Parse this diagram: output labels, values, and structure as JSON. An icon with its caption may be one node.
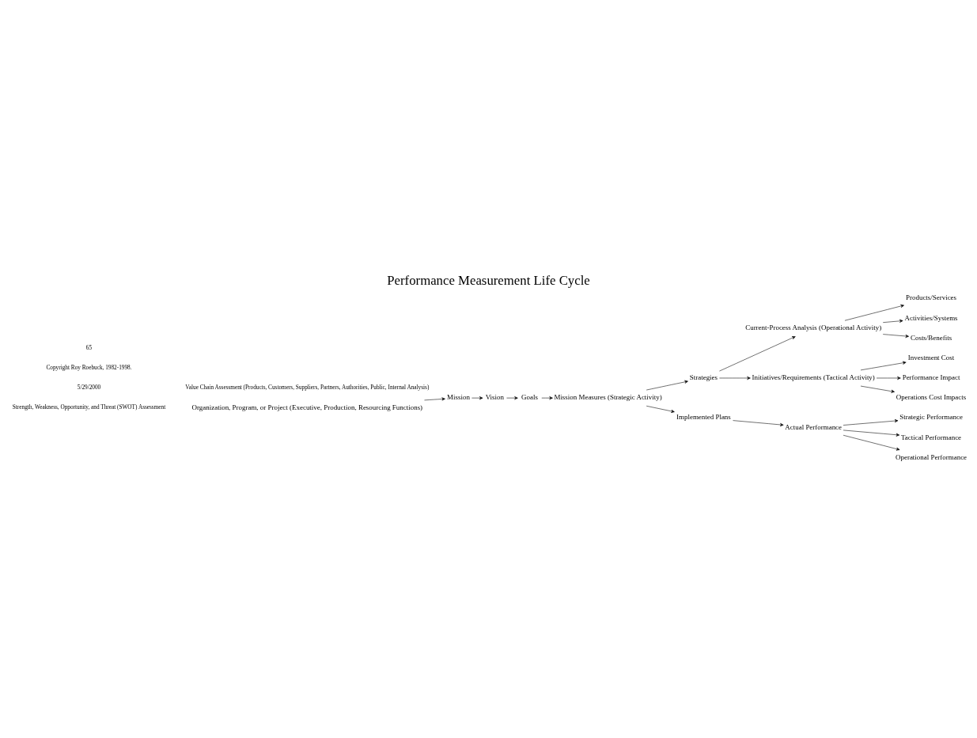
{
  "diagram": {
    "title": "Performance Measurement Life Cycle",
    "nodes": [
      {
        "text": [
          "Organization, Program, or Project (Executive, Production, Resourcing Functions)"
        ]
      },
      {
        "text": [
          "Mission"
        ]
      },
      {
        "text": [
          "Vision"
        ]
      },
      {
        "text": [
          "Goals"
        ]
      },
      {
        "text": [
          "Mission Measures (Strategic Activity)"
        ]
      },
      {
        "text": [
          "Strategies"
        ]
      },
      {
        "text": [
          "Current-Process Analysis (Operational Activity)"
        ]
      },
      {
        "text": [
          "Products/Services"
        ]
      },
      {
        "text": [
          "Activities/Systems"
        ]
      },
      {
        "text": [
          "Costs/Benefits"
        ]
      },
      {
        "text": [
          "Initiatives/Requirements (Tactical Activity)"
        ]
      },
      {
        "text": [
          "Investment Cost"
        ]
      },
      {
        "text": [
          "Performance Impact"
        ]
      },
      {
        "text": [
          "Operations Cost Impacts"
        ]
      },
      {
        "text": [
          "Implemented Plans"
        ]
      },
      {
        "text": [
          "Actual Performance"
        ]
      },
      {
        "text": [
          "Strategic Performance"
        ]
      },
      {
        "text": [
          "Tactical Performance"
        ]
      },
      {
        "text": [
          "Operational Performance"
        ]
      }
    ],
    "edges": [
      {
        "from": 0,
        "to": 1,
        "arrow": "to"
      },
      {
        "from": 1,
        "to": 2,
        "arrow": "to"
      },
      {
        "from": 2,
        "to": 3,
        "arrow": "to"
      },
      {
        "from": 3,
        "to": 4,
        "arrow": "to"
      },
      {
        "from": 4,
        "to": 5,
        "arrow": "to"
      },
      {
        "from": 5,
        "to": 6,
        "arrow": "to"
      },
      {
        "from": 6,
        "to": 7,
        "arrow": "to"
      },
      {
        "from": 6,
        "to": 8,
        "arrow": "to"
      },
      {
        "from": 6,
        "to": 9,
        "arrow": "to"
      },
      {
        "from": 5,
        "to": 10,
        "arrow": "to"
      },
      {
        "from": 10,
        "to": 11,
        "arrow": "to"
      },
      {
        "from": 10,
        "to": 12,
        "arrow": "to"
      },
      {
        "from": 10,
        "to": 13,
        "arrow": "to"
      },
      {
        "from": 4,
        "to": 14,
        "arrow": "to"
      },
      {
        "from": 14,
        "to": 15,
        "arrow": "to"
      },
      {
        "from": 15,
        "to": 16,
        "arrow": "to"
      },
      {
        "from": 15,
        "to": 17,
        "arrow": "to"
      },
      {
        "from": 15,
        "to": 18,
        "arrow": "to"
      }
    ],
    "labels": [
      "Strength, Weakness, Opportunity, and Threat (SWOT) Assessment",
      "Value Chain Assessment (Products, Customers, Suppliers, Partners, Authorities, Public, Internal Analysis)",
      "5/29/2000",
      "Copyright Roy Roebuck, 1982-1998.",
      "65"
    ]
  }
}
